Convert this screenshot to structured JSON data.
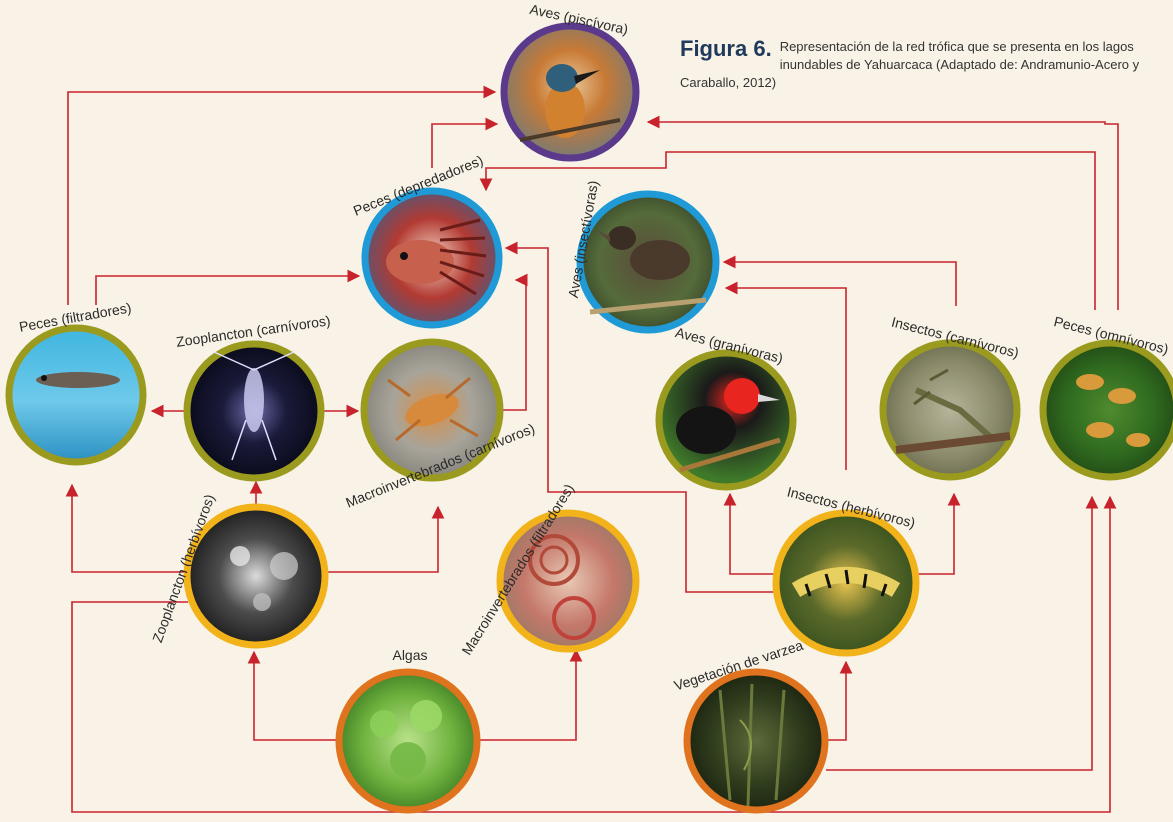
{
  "caption": {
    "figure": "Figura 6.",
    "text": "Representación de la red trófica que se presenta en los lagos inundables de Yahuarcaca (Adaptado de: Andramunio-Acero y Caraballo, 2012)"
  },
  "colors": {
    "background": "#f8f3e6",
    "arrow": "#c8232c",
    "ring_top_predator": "#5b3a8c",
    "ring_secondary": "#1f9ad6",
    "ring_consumer": "#9a9a1f",
    "ring_primary_consumer": "#f2b21a",
    "ring_producer": "#e0731d"
  },
  "nodes": {
    "aves_piscivora": {
      "label": "Aves (piscívora)",
      "icon": "kingfisher-photo"
    },
    "peces_depredadores": {
      "label": "Peces (depredadores)",
      "icon": "lionfish-photo"
    },
    "aves_insectivoras": {
      "label": "Aves (insectívoras)",
      "icon": "songbird-photo"
    },
    "peces_filtradores": {
      "label": "Peces (filtradores)",
      "icon": "filter-fish-photo"
    },
    "zooplancton_carnivoros": {
      "label": "Zooplancton (carnívoros)",
      "icon": "copepod-photo"
    },
    "macroinvertebrados_carnivoros": {
      "label": "Macroinvertebrados (carnívoros)",
      "icon": "aquatic-insect-photo"
    },
    "aves_granivoras": {
      "label": "Aves (granívoras)",
      "icon": "redhead-bird-photo"
    },
    "insectos_carnivoros": {
      "label": "Insectos (carnívoros)",
      "icon": "mantis-photo"
    },
    "peces_omnivoros": {
      "label": "Peces (omnívoros)",
      "icon": "striped-fish-photo"
    },
    "zooplancton_herbivoros": {
      "label": "Zooplancton (herbívoros)",
      "icon": "plankton-photo"
    },
    "macroinvertebrados_filtradores": {
      "label": "Macroinvertebrados (filtradores)",
      "icon": "snail-photo"
    },
    "insectos_herbivoros": {
      "label": "Insectos (herbívoros)",
      "icon": "caterpillar-photo"
    },
    "algas": {
      "label": "Algas",
      "icon": "algae-photo"
    },
    "vegetacion_varzea": {
      "label": "Vegetación de varzea",
      "icon": "forest-photo"
    }
  },
  "edges": [
    {
      "from": "peces_filtradores",
      "to": "aves_piscivora"
    },
    {
      "from": "peces_depredadores",
      "to": "aves_piscivora"
    },
    {
      "from": "peces_omnivoros",
      "to": "aves_piscivora"
    },
    {
      "from": "peces_omnivoros",
      "to": "peces_depredadores"
    },
    {
      "from": "peces_filtradores",
      "to": "peces_depredadores"
    },
    {
      "from": "macroinvertebrados_carnivoros",
      "to": "peces_depredadores"
    },
    {
      "from": "insectos_herbivoros",
      "to": "peces_depredadores"
    },
    {
      "from": "insectos_carnivoros",
      "to": "aves_insectivoras"
    },
    {
      "from": "insectos_herbivoros",
      "to": "aves_insectivoras"
    },
    {
      "from": "zooplancton_carnivoros",
      "to": "peces_filtradores"
    },
    {
      "from": "zooplancton_carnivoros",
      "to": "macroinvertebrados_carnivoros"
    },
    {
      "from": "zooplancton_herbivoros",
      "to": "peces_filtradores"
    },
    {
      "from": "zooplancton_herbivoros",
      "to": "zooplancton_carnivoros"
    },
    {
      "from": "zooplancton_herbivoros",
      "to": "macroinvertebrados_carnivoros"
    },
    {
      "from": "zooplancton_herbivoros",
      "to": "peces_omnivoros"
    },
    {
      "from": "insectos_herbivoros",
      "to": "aves_granivoras"
    },
    {
      "from": "insectos_herbivoros",
      "to": "insectos_carnivoros"
    },
    {
      "from": "algas",
      "to": "zooplancton_herbivoros"
    },
    {
      "from": "algas",
      "to": "macroinvertebrados_filtradores"
    },
    {
      "from": "vegetacion_varzea",
      "to": "insectos_herbivoros"
    },
    {
      "from": "vegetacion_varzea",
      "to": "peces_omnivoros"
    }
  ]
}
